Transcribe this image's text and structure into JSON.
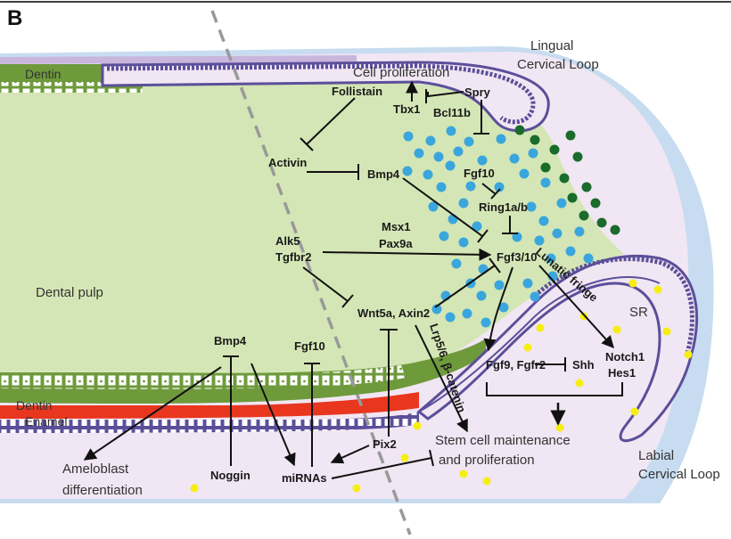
{
  "panel_letter": "B",
  "tissues": {
    "dentin_top": "Dentin",
    "dentin_bottom": "Dentin",
    "enamel": "Enamel",
    "dental_pulp": "Dental pulp",
    "sr": "SR",
    "lingual_loop": [
      "Lingual",
      "Cervical Loop"
    ],
    "labial_loop": [
      "Labial",
      "Cervical Loop"
    ]
  },
  "processes": {
    "cell_proliferation": "Cell proliferation",
    "stem_cell": [
      "Stem cell maintenance",
      "and proliferation"
    ],
    "ameloblast": [
      "Ameloblast",
      "differentiation"
    ]
  },
  "genes": {
    "follistatin": "Follistain",
    "spry": "Spry",
    "tbx1": "Tbx1",
    "bcl11b": "Bcl11b",
    "activin": "Activin",
    "bmp4_top": "Bmp4",
    "fgf10_top": "Fgf10",
    "ring1ab": "Ring1a/b",
    "msx1": "Msx1",
    "pax9a": "Pax9a",
    "alk5": "Alk5",
    "tgfbr2": "Tgfbr2",
    "fgf3_10": "Fgf3/10",
    "wnt5a_axin2": "Wnt5a, Axin2",
    "lrp5": "Lrp5/6, β-catenin",
    "lunatic_fringe": "Lunatic fringe",
    "fgf9_fgfr2": "Fgf9, Fgfr2",
    "shh": "Shh",
    "notch1": "Notch1",
    "hes1": "Hes1",
    "bmp4_bottom": "Bmp4",
    "fgf10_bottom": "Fgf10",
    "pix2": "Pix2",
    "noggin": "Noggin",
    "mirnas": "miRNAs"
  },
  "colors": {
    "pulp": "#d4e6b5",
    "dentin": "#6e9a3c",
    "enamel": "#e8361f",
    "epithelium": "#f1e6f3",
    "epithelium_border": "#5b4f9a",
    "mesenchyme_outer": "#c7dcf0",
    "blue_cells": "#3aa6dd",
    "green_cells": "#1a6b2c",
    "yellow_cells": "#f6ee12",
    "dashed_line": "#999999"
  }
}
